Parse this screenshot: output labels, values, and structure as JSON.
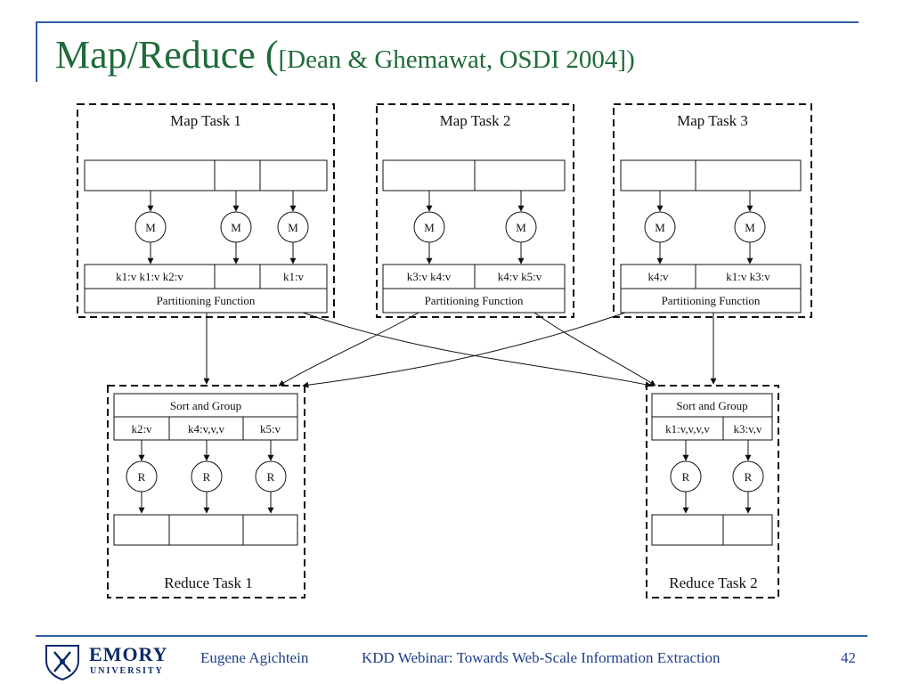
{
  "slide": {
    "title_main": "Map/Reduce (",
    "title_cite": "[Dean & Ghemawat, OSDI 2004])"
  },
  "diagram": {
    "map_tasks": [
      {
        "title": "Map Task 1",
        "node_label": "M",
        "outputs": [
          "k1:v k1:v k2:v",
          "",
          "k1:v"
        ],
        "partition_label": "Partitioning Function"
      },
      {
        "title": "Map Task 2",
        "node_label": "M",
        "outputs": [
          "k3:v k4:v",
          "k4:v k5:v"
        ],
        "partition_label": "Partitioning Function"
      },
      {
        "title": "Map Task 3",
        "node_label": "M",
        "outputs": [
          "k4:v",
          "k1:v k3:v"
        ],
        "partition_label": "Partitioning Function"
      }
    ],
    "reduce_tasks": [
      {
        "title": "Reduce Task 1",
        "node_label": "R",
        "sort_label": "Sort and Group",
        "groups": [
          "k2:v",
          "k4:v,v,v",
          "k5:v"
        ]
      },
      {
        "title": "Reduce Task 2",
        "node_label": "R",
        "sort_label": "Sort and Group",
        "groups": [
          "k1:v,v,v,v",
          "k3:v,v"
        ]
      }
    ]
  },
  "footer": {
    "logo_word": "EMORY",
    "logo_sub": "UNIVERSITY",
    "author": "Eugene Agichtein",
    "event": "KDD Webinar: Towards Web-Scale Information Extraction",
    "page_number": "42"
  },
  "colors": {
    "title": "#1f6b3a",
    "accent_line": "#2f5fa8",
    "footer_text": "#1f3f8a"
  }
}
